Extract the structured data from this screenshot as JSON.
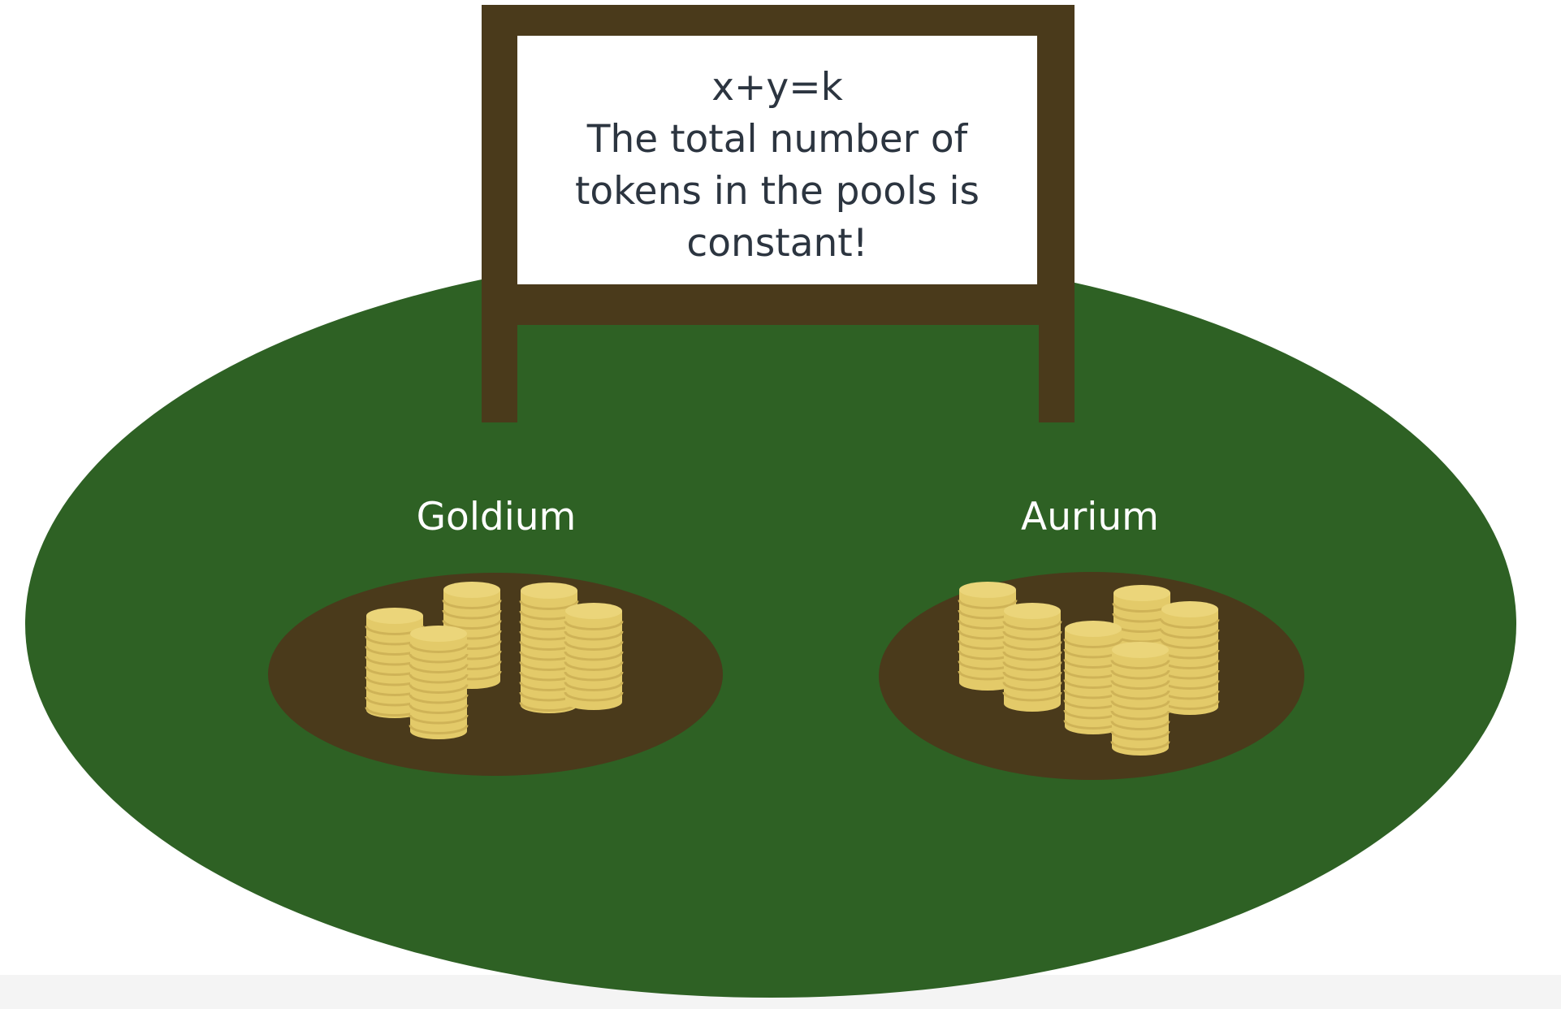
{
  "sign": {
    "lines": [
      "x+y=k",
      "The total number of",
      "tokens in the pools is",
      "constant!"
    ]
  },
  "pools": [
    {
      "label": "Goldium"
    },
    {
      "label": "Aurium"
    }
  ],
  "colors": {
    "field": "#2e6124",
    "pit": "#4a3a1b",
    "sign_frame": "#4a3a1b",
    "sign_board": "#ffffff",
    "sign_text": "#2c3540",
    "coin_face": "#ebd57a",
    "coin_side": "#e3ca69",
    "coin_line": "#cfb357"
  }
}
